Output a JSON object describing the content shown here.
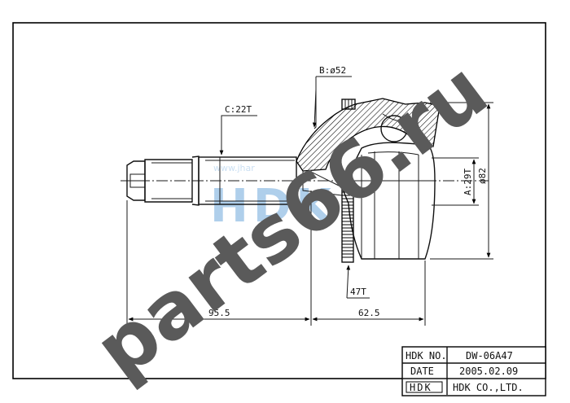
{
  "dimensions": {
    "spline_c": "C:22T",
    "spline_b": "B:ø52",
    "spline_a": "A:29T",
    "outer_diameter": "ø82",
    "abs_ring": "47T",
    "length_shaft": "95.5",
    "length_joint": "62.5"
  },
  "title_block": {
    "part_no_label": "HDK NO.",
    "part_no_value": "DW-06A47",
    "date_label": "DATE",
    "date_value": "2005.02.09",
    "company_logo": "HDK",
    "company_name": "HDK CO.,LTD."
  },
  "watermark": {
    "text": "parts66.ru",
    "color": "#5a5a5a"
  },
  "background_logo": {
    "letters": "HDK",
    "url": "www.jhar",
    "color": "#6fa8dc"
  },
  "colors": {
    "line": "#111111",
    "border": "#000000",
    "background": "#ffffff"
  }
}
